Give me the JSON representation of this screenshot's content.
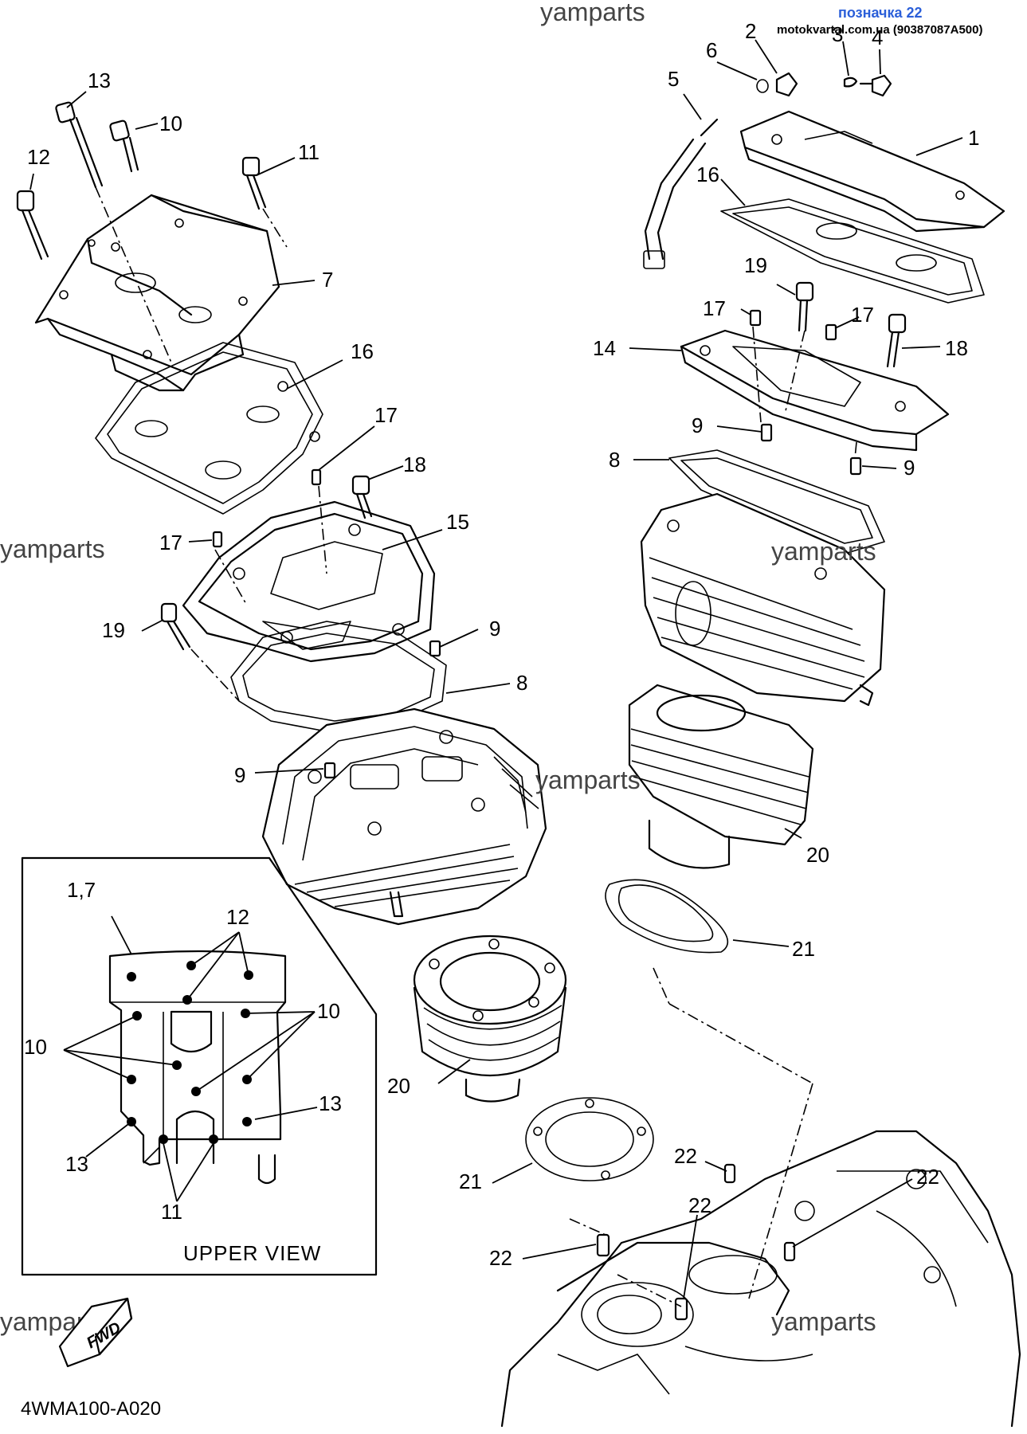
{
  "header": {
    "brand_top": "yamparts",
    "marking_label": "позначка 22",
    "site_partnumber": "motokvartal.com.ua (90387087A500)"
  },
  "watermarks": [
    "yamparts",
    "yamparts",
    "yamparts",
    "yamparts",
    "yamparts"
  ],
  "callouts": {
    "c1": "1",
    "c2": "2",
    "c3": "3",
    "c4": "4",
    "c5": "5",
    "c6": "6",
    "c7": "7",
    "c8a": "8",
    "c8b": "8",
    "c9a": "9",
    "c9b": "9",
    "c9c": "9",
    "c9d": "9",
    "c10": "10",
    "c11": "11",
    "c12": "12",
    "c13": "13",
    "c14": "14",
    "c15": "15",
    "c16a": "16",
    "c16b": "16",
    "c17a": "17",
    "c17b": "17",
    "c17c": "17",
    "c17d": "17",
    "c18a": "18",
    "c18b": "18",
    "c19a": "19",
    "c19b": "19",
    "c20a": "20",
    "c20b": "20",
    "c21a": "21",
    "c21b": "21",
    "c22a": "22",
    "c22b": "22",
    "c22c": "22",
    "c22d": "22"
  },
  "inset": {
    "title": "UPPER VIEW",
    "labels": {
      "cover": "1,7",
      "bolt12": "12",
      "bolt10_left": "10",
      "bolt10_right": "10",
      "bolt13_left": "13",
      "bolt13_right": "13",
      "bolt11": "11"
    }
  },
  "fwd_badge": "FWD",
  "diagram_code": "4WMA100-A020"
}
